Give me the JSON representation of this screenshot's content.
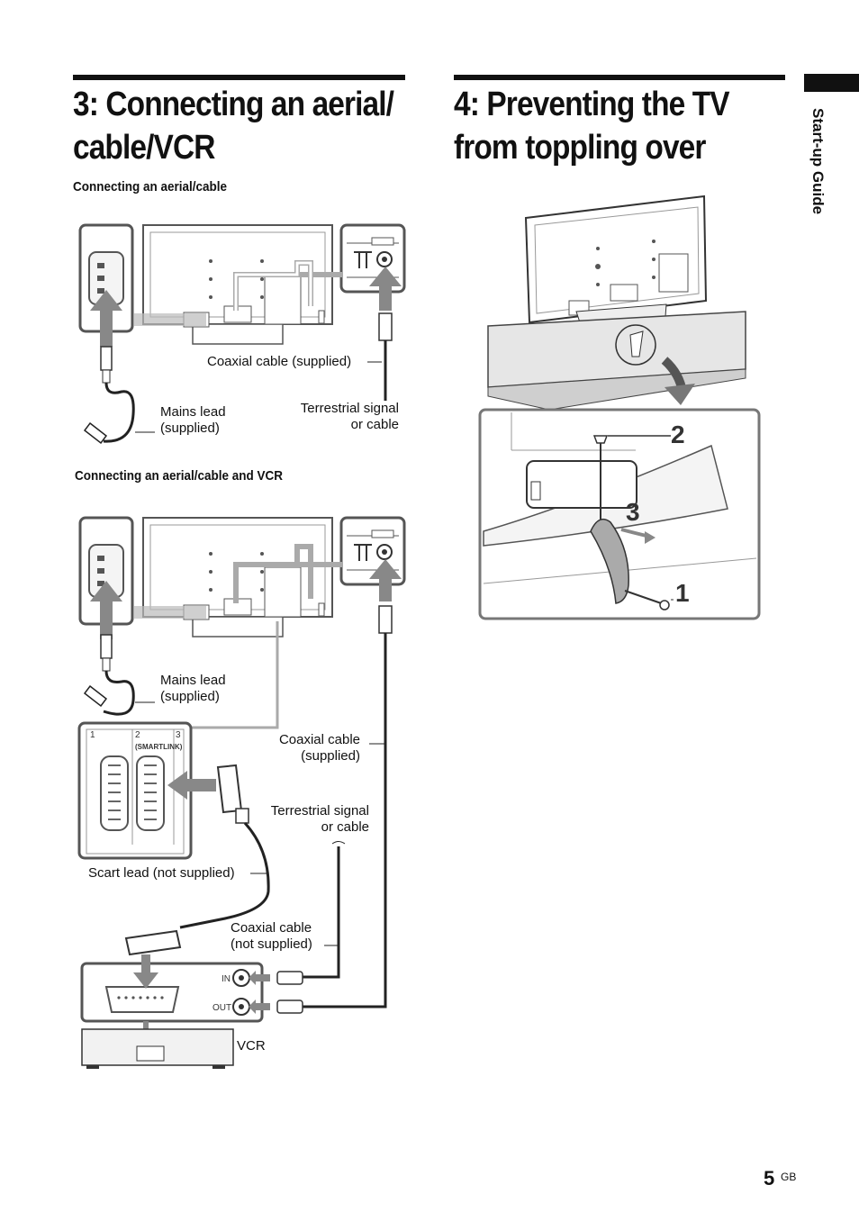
{
  "section3": {
    "title_line1": "3: Connecting an aerial/",
    "title_line2": "cable/VCR",
    "sub1": "Connecting an aerial/cable",
    "sub2": "Connecting an aerial/cable and VCR",
    "d1": {
      "coax_supplied": "Coaxial cable (supplied)",
      "mains_lead_1": "Mains lead",
      "mains_lead_2": "(supplied)",
      "terrestrial_1": "Terrestrial signal",
      "terrestrial_2": "or cable"
    },
    "d2": {
      "mains_lead_1": "Mains lead",
      "mains_lead_2": "(supplied)",
      "coax_1": "Coaxial cable",
      "coax_2": "(supplied)",
      "terrestrial_1": "Terrestrial signal",
      "terrestrial_2": "or cable",
      "scart_lead": "Scart lead (not supplied)",
      "coax_ns_1": "Coaxial cable",
      "coax_ns_2": "(not supplied)",
      "vcr": "VCR",
      "in": "IN",
      "out": "OUT",
      "scart_1": "1",
      "scart_2": "2",
      "scart_3": "3",
      "smartlink": "(SMARTLINK)"
    }
  },
  "section4": {
    "title_line1": "4: Preventing the TV",
    "title_line2": "from toppling over",
    "step1": "1",
    "step2": "2",
    "step3": "3"
  },
  "side_tab": "Start-up Guide",
  "page_number": "5",
  "page_suffix": "GB"
}
